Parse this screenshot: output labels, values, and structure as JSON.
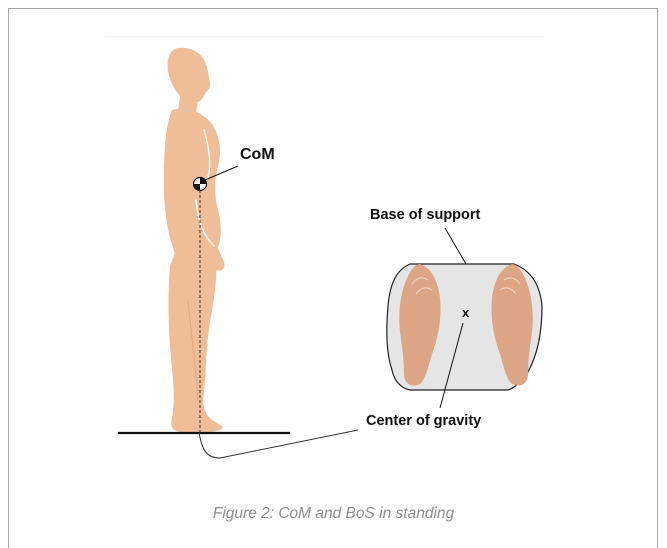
{
  "figure": {
    "label_com": "CoM",
    "label_base": "Base of support",
    "label_cog": "Center of gravity",
    "label_x": "x",
    "caption": "Figure 2: CoM and BoS in standing"
  },
  "colors": {
    "skin": "#efbd98",
    "skin_dark": "#e2a97f",
    "footprint": "#dca586",
    "support_area": "#e5e5e5",
    "frame": "#a8a8a8",
    "caption": "#8e8e8e"
  }
}
